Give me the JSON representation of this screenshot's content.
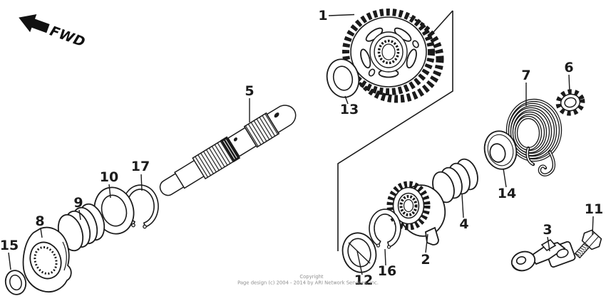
{
  "background_color": "#ffffff",
  "line_color": "#1b1b1b",
  "direction_indicator": {
    "label": "FWD"
  },
  "part_labels": [
    "1",
    "2",
    "3",
    "4",
    "5",
    "6",
    "7",
    "8",
    "9",
    "10",
    "11",
    "12",
    "13",
    "14",
    "15",
    "16",
    "17"
  ],
  "footer": {
    "line1": "Copyright",
    "line2": "Page design (c) 2004 - 2014 by ARI Network Services, Inc."
  }
}
